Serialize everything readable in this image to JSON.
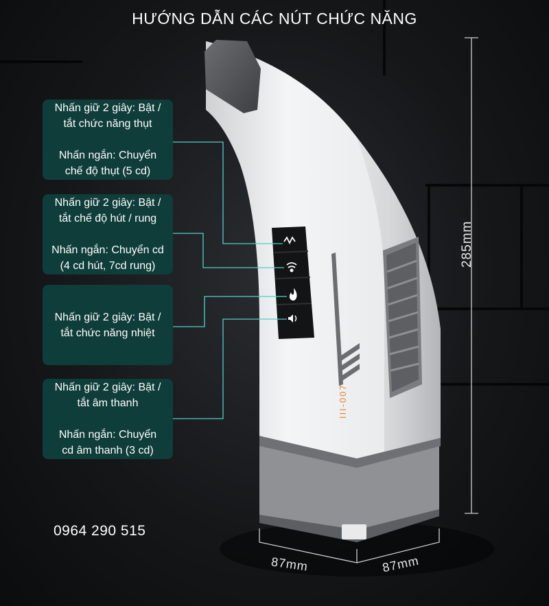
{
  "title": "HƯỚNG DẪN CÁC NÚT CHỨC NĂNG",
  "callouts": [
    {
      "line1": "Nhấn giữ 2 giây: Bật /",
      "line2": "tắt chức năng thụt",
      "line3": "Nhấn ngắn: Chuyển",
      "line4": "chế độ thụt (5 cd)"
    },
    {
      "line1": "Nhấn giữ 2 giây: Bật /",
      "line2": "tắt chế độ hút / rung",
      "line3": "Nhấn ngắn: Chuyển cd",
      "line4": "(4 cd hút, 7cd  rung)"
    },
    {
      "line1": "Nhấn giữ 2 giây: Bật /",
      "line2": "tắt chức năng nhiệt"
    },
    {
      "line1": "Nhấn giữ 2 giây: Bật /",
      "line2": "tắt âm thanh",
      "line3": "Nhấn ngắn: Chuyển",
      "line4": "cd âm thanh (3 cd)"
    }
  ],
  "phone": "0964 290 515",
  "dimensions": {
    "height": "285mm",
    "width": "87mm",
    "depth": "87mm"
  },
  "device_label": "III-007",
  "buttons": [
    "vibration-wave-icon",
    "suction-icon",
    "heat-flame-icon",
    "speaker-icon"
  ],
  "colors": {
    "callout_bg": "#0f3d3a",
    "leader_line": "#4fd0c8",
    "device_label": "#e8843a"
  }
}
